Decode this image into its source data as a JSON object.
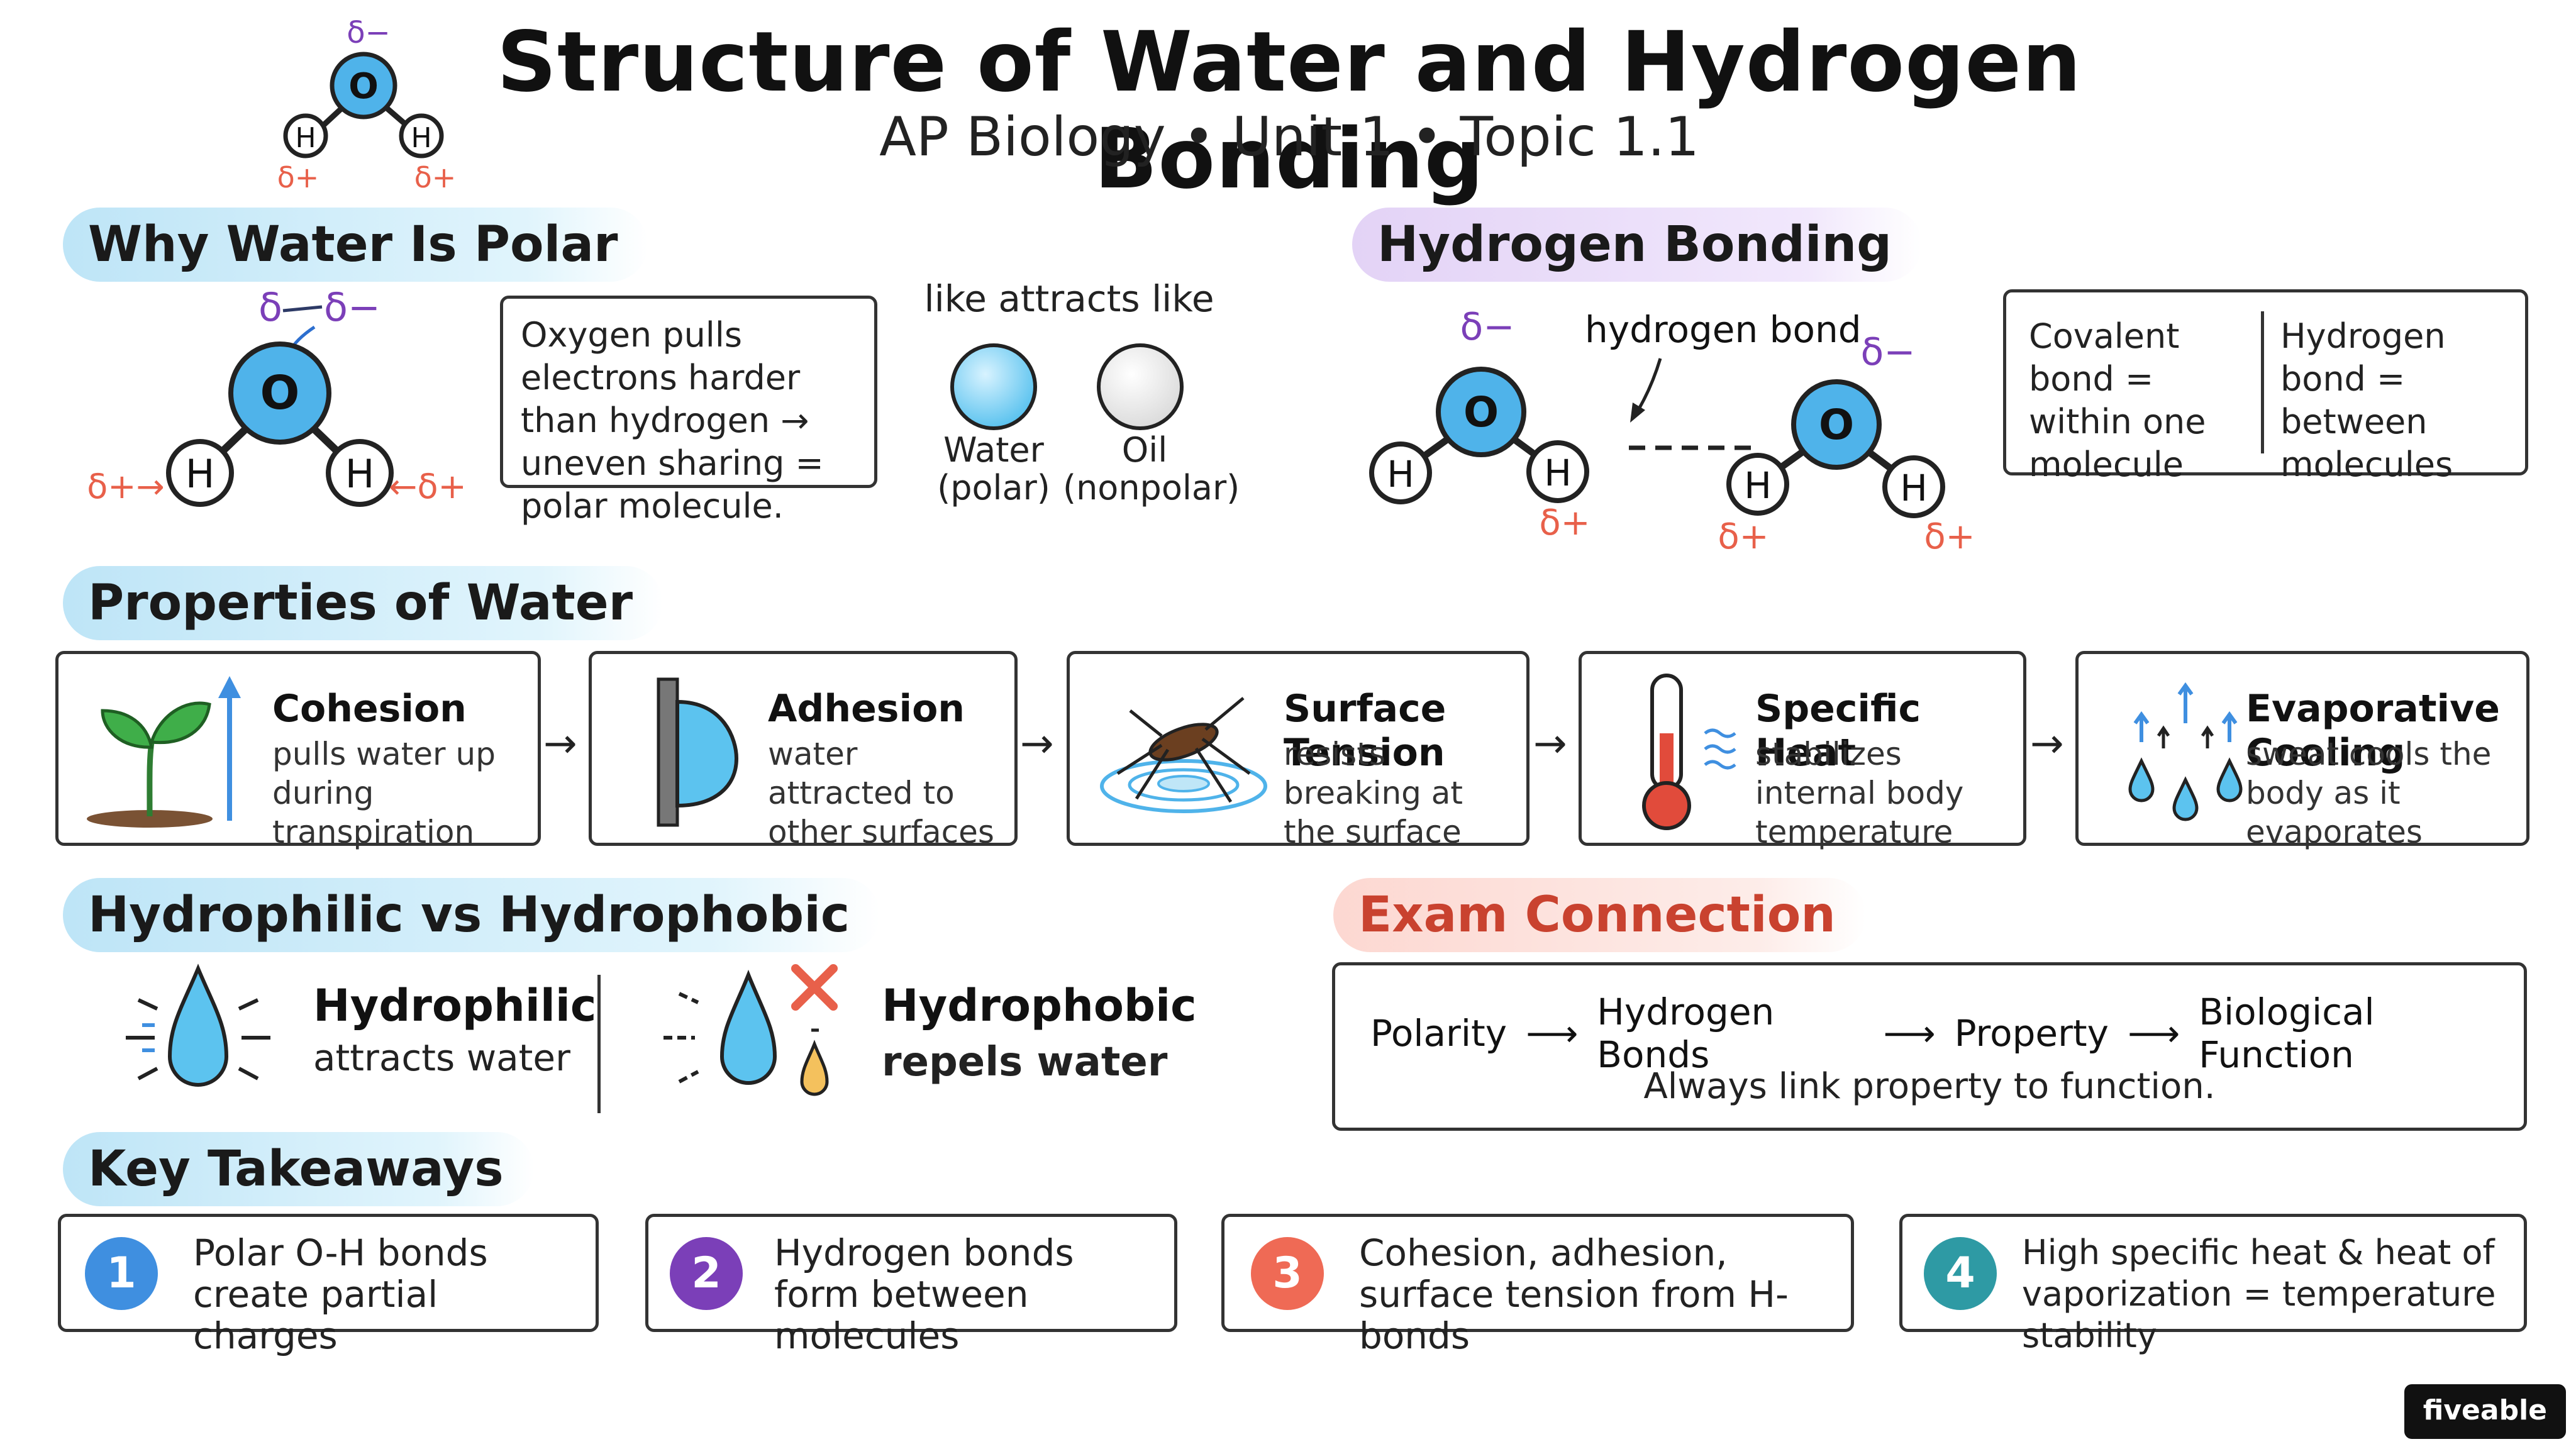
{
  "header": {
    "title": "Structure of Water and Hydrogen Bonding",
    "subtitle": "AP Biology • Unit 1 • Topic 1.1",
    "logo_o": "O",
    "logo_h1": "H",
    "logo_h2": "H",
    "logo_dminus": "δ−",
    "logo_dplus1": "δ+",
    "logo_dplus2": "δ+"
  },
  "polar": {
    "heading": "Why Water Is Polar",
    "o": "O",
    "h1": "H",
    "h2": "H",
    "dminus1": "δ",
    "dminus2": "δ−",
    "dplus_left": "δ+→",
    "dplus_right": "←δ+",
    "note": "Oxygen pulls electrons harder than hydrogen → uneven sharing = polar molecule.",
    "like_title": "like attracts like",
    "water_label": "Water\n(polar)",
    "oil_label": "Oil\n(nonpolar)"
  },
  "hbond": {
    "heading": "Hydrogen Bonding",
    "bond_label": "hydrogen bond",
    "o": "O",
    "h": "H",
    "dminus": "δ−",
    "dplus": "δ+",
    "covalent": "Covalent bond = within one molecule",
    "hydrogen": "Hydrogen bond = between molecules"
  },
  "properties": {
    "heading": "Properties of Water",
    "arrow": "→",
    "items": [
      {
        "title": "Cohesion",
        "desc": "pulls water up during transpiration"
      },
      {
        "title": "Adhesion",
        "desc": "water attracted to other surfaces"
      },
      {
        "title": "Surface Tension",
        "desc": "resists breaking at the surface"
      },
      {
        "title": "Specific Heat",
        "desc": "stabilizes internal body temperature"
      },
      {
        "title": "Evaporative Cooling",
        "desc": "sweat cools the body as it evaporates"
      }
    ]
  },
  "hydro": {
    "heading": "Hydrophilic vs Hydrophobic",
    "philic_title": "Hydrophilic",
    "philic_desc": "attracts water",
    "phobic_title": "Hydrophobic",
    "phobic_desc": "repels water"
  },
  "exam": {
    "heading": "Exam Connection",
    "chain": [
      "Polarity",
      "Hydrogen Bonds",
      "Property",
      "Biological Function"
    ],
    "arrow": "⟶",
    "note": "Always link property to function."
  },
  "takeaways": {
    "heading": "Key Takeaways",
    "items": [
      {
        "num": "1",
        "text": "Polar O-H bonds create partial charges",
        "color": "#3f8fe0"
      },
      {
        "num": "2",
        "text": "Hydrogen bonds form between molecules",
        "color": "#7b3fb8"
      },
      {
        "num": "3",
        "text": "Cohesion, adhesion, surface tension from H-bonds",
        "color": "#ef6a55"
      },
      {
        "num": "4",
        "text": "High specific heat & heat of vaporization = temperature stability",
        "color": "#2e9aa4"
      }
    ]
  },
  "brand": "fiveable",
  "colors": {
    "water_blue": "#4fb3ea",
    "delta_minus": "#7b3fb8",
    "delta_plus": "#e8604a"
  }
}
